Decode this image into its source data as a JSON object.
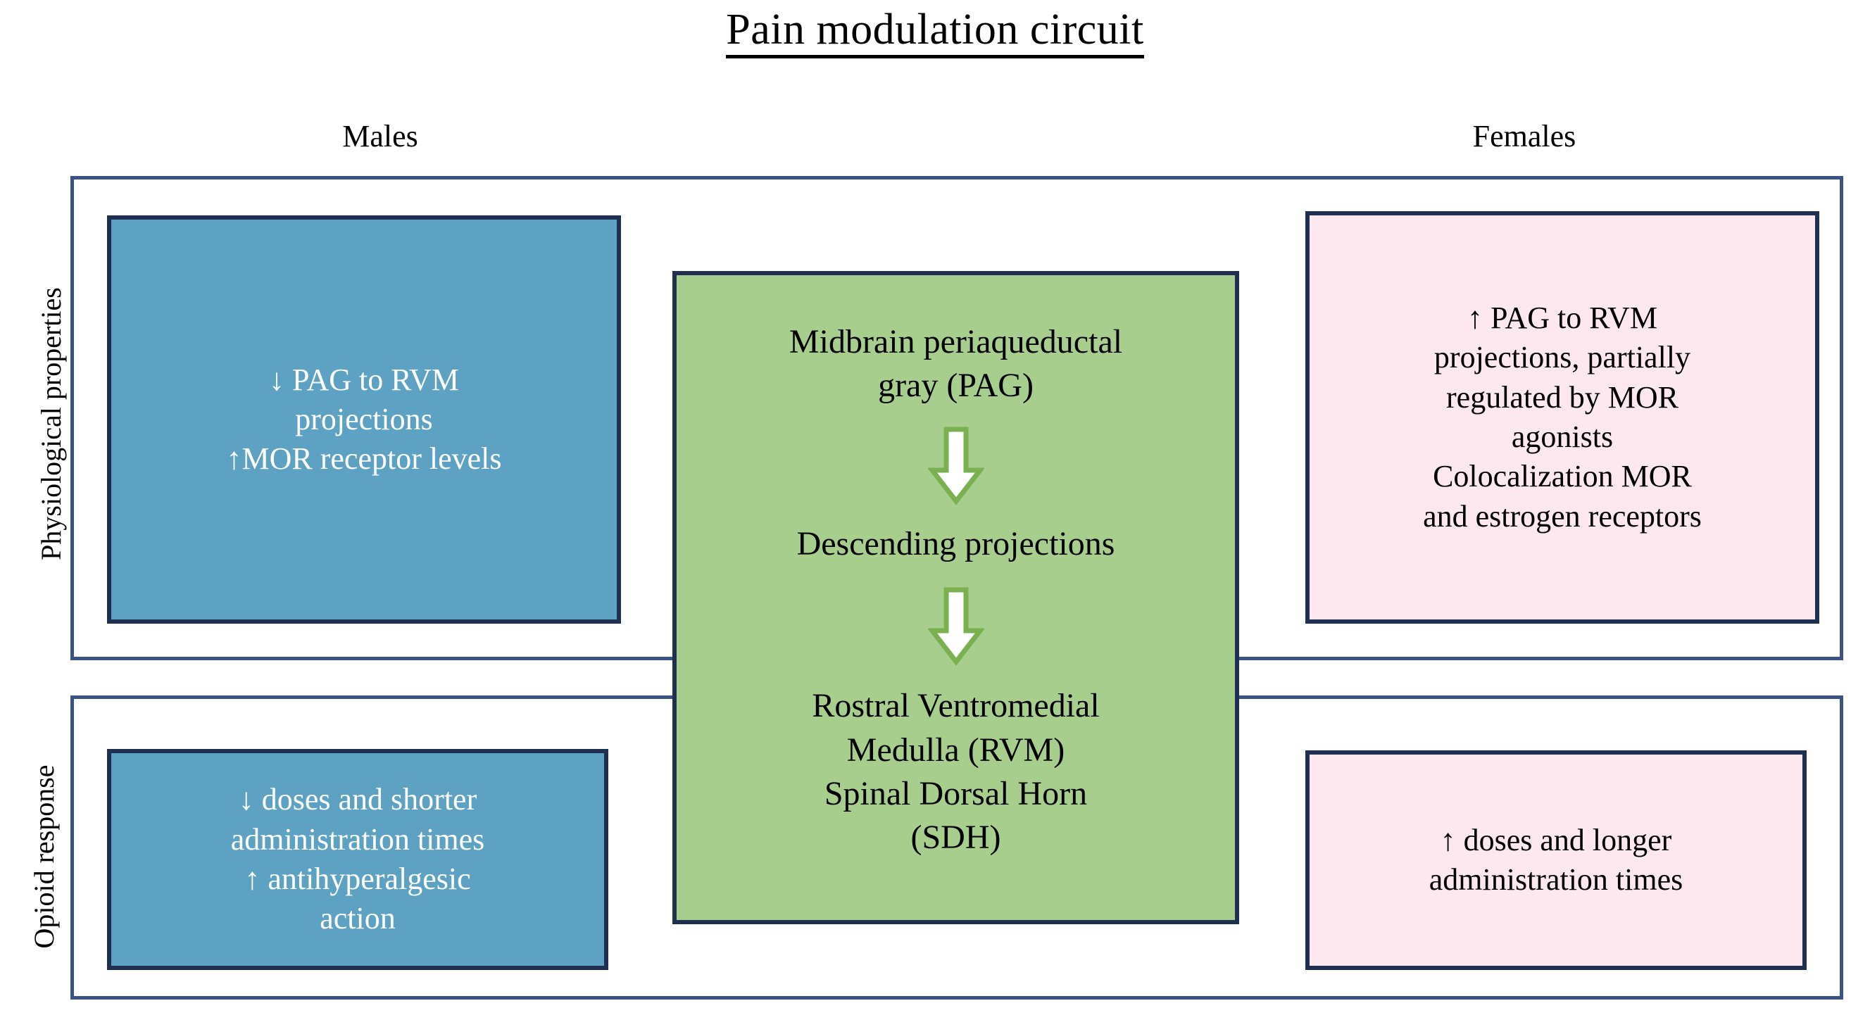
{
  "title": {
    "text": "Pain modulation circuit"
  },
  "columns": {
    "males": "Males",
    "females": "Females"
  },
  "rows": {
    "physiological": "Physiological properties",
    "opioid": "Opioid response"
  },
  "boxes": {
    "male_physiological": "↓ PAG to RVM\nprojections\n↑MOR receptor levels",
    "female_physiological": "↑ PAG to RVM\nprojections, partially\nregulated by MOR\nagonists\nColocalization MOR\nand estrogen receptors",
    "male_opioid": "↓ doses and shorter\nadministration times\n↑ antihyperalgesic\naction",
    "female_opioid": "↑ doses and longer\nadministration times"
  },
  "circuit": {
    "node_1": "Midbrain periaqueductal\ngray (PAG)",
    "node_2": "Descending projections",
    "node_3": "Rostral Ventromedial\nMedulla (RVM)\nSpinal Dorsal Horn\n(SDH)",
    "arrow_1_label": "down-arrow",
    "arrow_2_label": "down-arrow"
  },
  "colors": {
    "male_box_fill": "#5da2c3",
    "female_box_fill": "#fce8ee",
    "circuit_box_fill": "#a8ce8d",
    "box_border": "#1f2f52",
    "frame_border": "#3a5384",
    "arrow_fill": "#ffffff",
    "arrow_outline": "#7ab04f",
    "text_on_blue": "#ffffff",
    "text_default": "#000000"
  }
}
